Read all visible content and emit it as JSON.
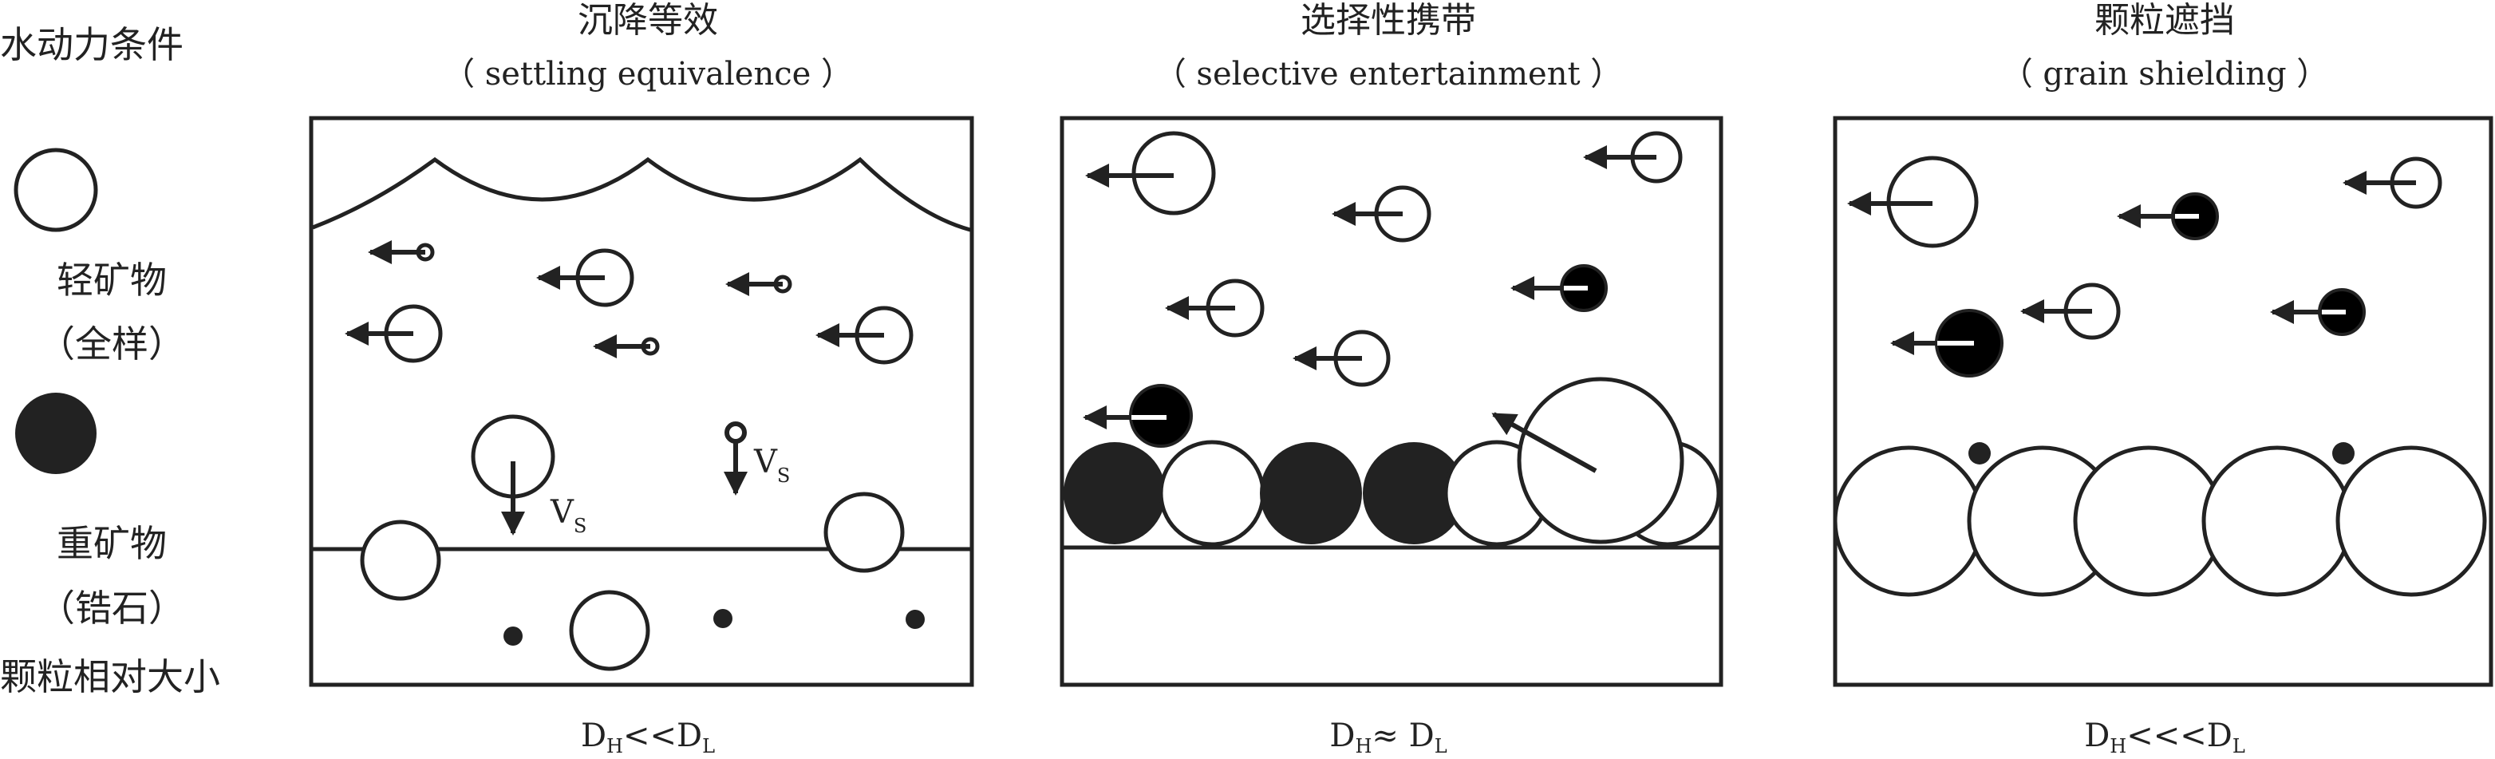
{
  "side_labels": {
    "hydro": "水动力条件",
    "light_line1": "轻矿物",
    "light_line2": "（全样）",
    "heavy_line1": "重矿物",
    "heavy_line2": "（锆石）",
    "size": "颗粒相对大小"
  },
  "panels": [
    {
      "title": "沉降等效",
      "subtitle": "（ settling equivalence ）",
      "relation": {
        "a": "D",
        "a_sub": "H",
        "op": "<<",
        "b": "D",
        "b_sub": "L"
      }
    },
    {
      "title": "选择性携带",
      "subtitle": "（ selective entertainment ）",
      "relation": {
        "a": "D",
        "a_sub": "H",
        "op": "≈ ",
        "b": "D",
        "b_sub": "L"
      }
    },
    {
      "title": "颗粒遮挡",
      "subtitle": "（ grain shielding ）",
      "relation": {
        "a": "D",
        "a_sub": "H",
        "op": "<<<",
        "b": "D",
        "b_sub": "L"
      }
    }
  ],
  "velocity_label": {
    "main": "V",
    "sub": "S"
  },
  "colors": {
    "stroke": "#222222",
    "heavy_fill": "#000000",
    "light_fill": "#ffffff"
  }
}
